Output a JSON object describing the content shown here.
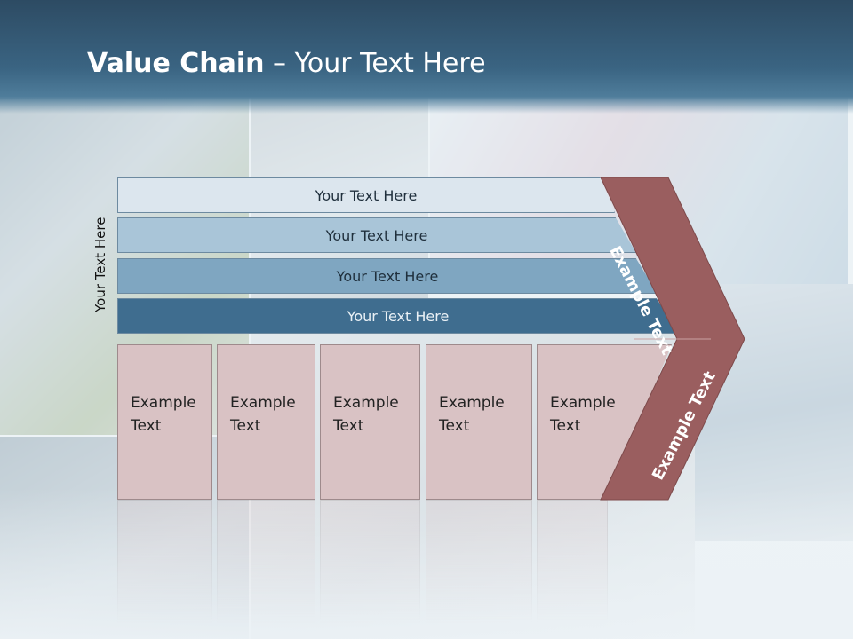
{
  "header": {
    "title_bold": "Value Chain",
    "title_rest": " – Your Text Here"
  },
  "side_label": "Your Text Here",
  "bars": [
    {
      "label": "Your Text Here",
      "color": "#dce6ee"
    },
    {
      "label": "Your Text Here",
      "color": "#a9c5d8"
    },
    {
      "label": "Your Text Here",
      "color": "#7fa6c1"
    },
    {
      "label": "Your Text Here",
      "color": "#3f6d8f"
    }
  ],
  "boxes": [
    {
      "line1": "Example",
      "line2": "Text"
    },
    {
      "line1": "Example",
      "line2": "Text"
    },
    {
      "line1": "Example",
      "line2": "Text"
    },
    {
      "line1": "Example",
      "line2": "Text"
    },
    {
      "line1": "Example",
      "line2": "Text"
    }
  ],
  "chevron": {
    "top_label": "Example Text",
    "bottom_label": "Example Text",
    "color": "#9a5e5f"
  }
}
